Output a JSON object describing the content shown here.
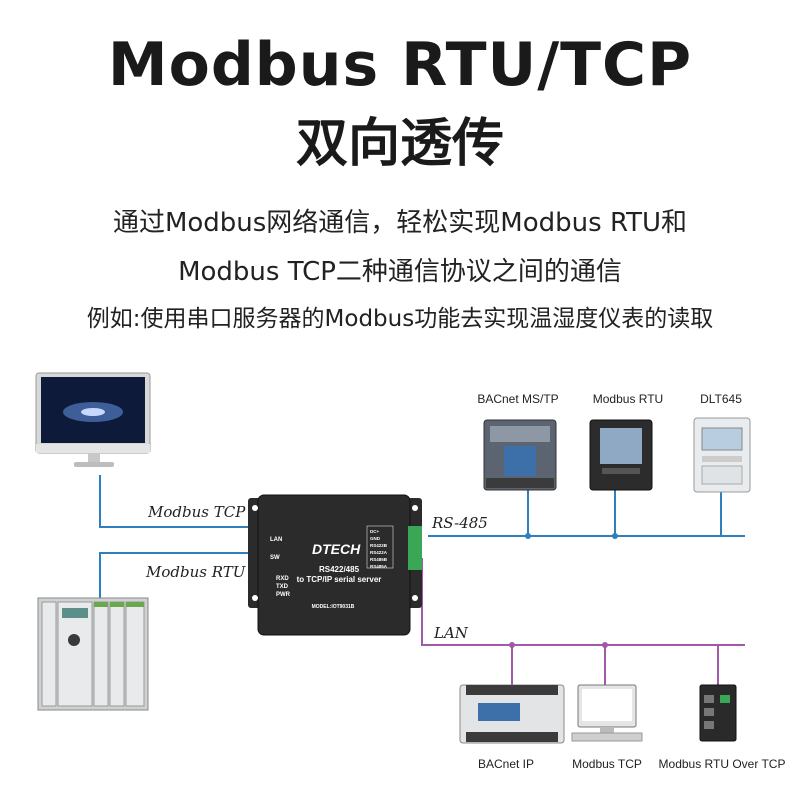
{
  "title_line1": "Modbus RTU/TCP",
  "title_line2": "双向透传",
  "subtitle_line1": "通过Modbus网络通信，轻松实现Modbus RTU和",
  "subtitle_line2": "Modbus TCP二种通信协议之间的通信",
  "subtitle_line3": "例如:使用串口服务器的Modbus功能去实现温湿度仪表的读取",
  "links": {
    "modbus_tcp": "Modbus TCP",
    "modbus_rtu": "Modbus RTU",
    "rs485": "RS-485",
    "lan": "LAN"
  },
  "device_box": {
    "brand": "DTECH",
    "model_line1": "RS422/485",
    "model_line2": "to TCP/IP serial server",
    "model_no": "MODEL:IOT9031B",
    "leds_top": [
      "LAN",
      "SW"
    ],
    "leds_bottom": [
      "RXD",
      "TXD",
      "PWR"
    ],
    "terminals": [
      "DC+",
      "GND",
      "RS422B",
      "RS422A",
      "RS485B",
      "RS485A"
    ]
  },
  "top_devices": [
    "BACnet MS/TP",
    "Modbus RTU",
    "DLT645"
  ],
  "bottom_devices": [
    "BACnet IP",
    "Modbus TCP",
    "Modbus RTU Over TCP"
  ],
  "colors": {
    "rs485_line": "#2f7fbf",
    "lan_line": "#a05aa8",
    "device_dark": "#2b2b2b"
  }
}
